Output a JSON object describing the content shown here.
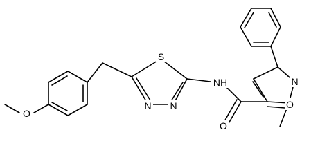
{
  "molecule": {
    "atoms": {
      "methoxy_o": "O",
      "thiadiazole_s": "S",
      "thiadiazole_n3": "N",
      "thiadiazole_n4": "N",
      "amide_nh": "NH",
      "amide_o": "O",
      "isoxazole_n": "N",
      "isoxazole_o": "O"
    }
  }
}
